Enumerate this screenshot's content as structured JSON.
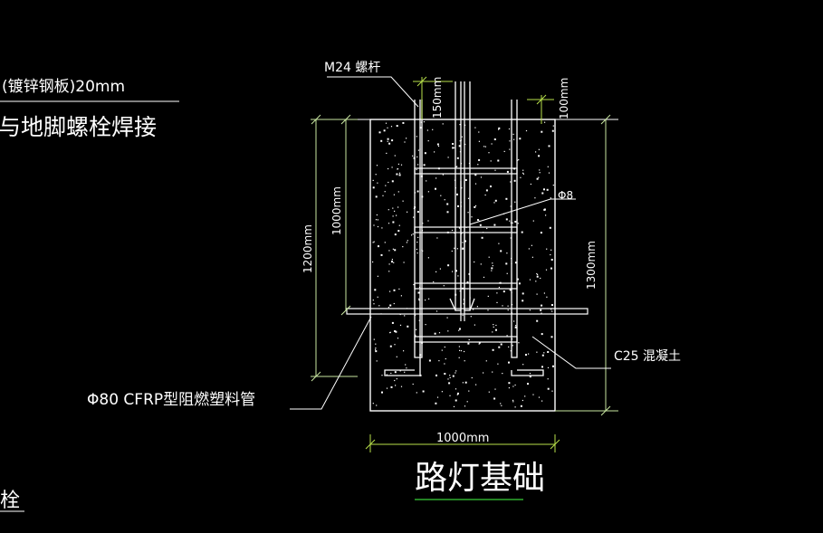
{
  "colors": {
    "background": "#000000",
    "line": "#ffffff",
    "dim": "#c8e6a0",
    "ext": "#b8e04a",
    "underline": "#2fae2f"
  },
  "left_notes": {
    "line1": "(镀锌钢板)20mm",
    "line2": "与地脚螺栓焊接",
    "line3": "栓"
  },
  "labels": {
    "bolt": "M24  螺杆",
    "bolt_top": "150mm",
    "top_offset": "100mm",
    "total_height": "1200mm",
    "inner_height": "1000mm",
    "right_height": "1300mm",
    "stirrup": "Φ8",
    "concrete": "C25  混凝土",
    "pipe": "Φ80 CFRP型阻燃塑料管",
    "width": "1000mm"
  },
  "title": "路灯基础"
}
